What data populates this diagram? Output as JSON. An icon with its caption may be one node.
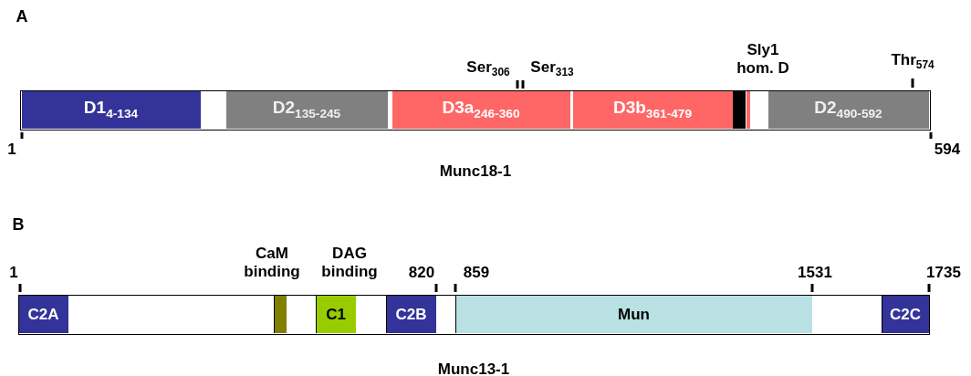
{
  "diagram": {
    "nodes": [
      {
        "text": [],
        "shape": "bar"
      },
      {
        "text": [
          "D1$_{4-134}$"
        ],
        "in": 0,
        "beside": [
          "1"
        ]
      },
      {
        "text": [
          "D2$_{135-245}$"
        ],
        "in": 0
      },
      {
        "text": [
          "D3a$_{246-360}$"
        ],
        "in": 0,
        "beside": [
          "Ser$_{306}$",
          "Ser$_{313}$"
        ]
      },
      {
        "text": [
          "D3b$_{361-479}$"
        ],
        "in": 0
      },
      {
        "text": [],
        "shape": "bar",
        "in": 0
      },
      {
        "text": [],
        "shape": "bar",
        "in": 0
      },
      {
        "text": [
          "D2$_{490-592}$"
        ],
        "in": 0,
        "beside": [
          "Thr$_{574}$",
          "594"
        ]
      },
      {
        "text": [],
        "shape": "bar"
      },
      {
        "text": [
          "C2A"
        ],
        "in": 8,
        "beside": [
          "1"
        ]
      },
      {
        "text": [],
        "shape": "bar",
        "in": 8
      },
      {
        "text": [
          "C1"
        ],
        "in": 8
      },
      {
        "text": [
          "C2B"
        ],
        "in": 8,
        "beside": [
          "820"
        ]
      },
      {
        "text": [
          "Mun"
        ],
        "in": 8,
        "beside": [
          "859",
          "1531"
        ]
      },
      {
        "text": [
          "C2C"
        ],
        "in": 8,
        "beside": [
          "1735"
        ]
      }
    ],
    "labels": [
      "A",
      "Sly1 hom. D",
      "Munc18-1",
      "B",
      "CaM binding",
      "DAG binding",
      "Munc13-1"
    ]
  }
}
